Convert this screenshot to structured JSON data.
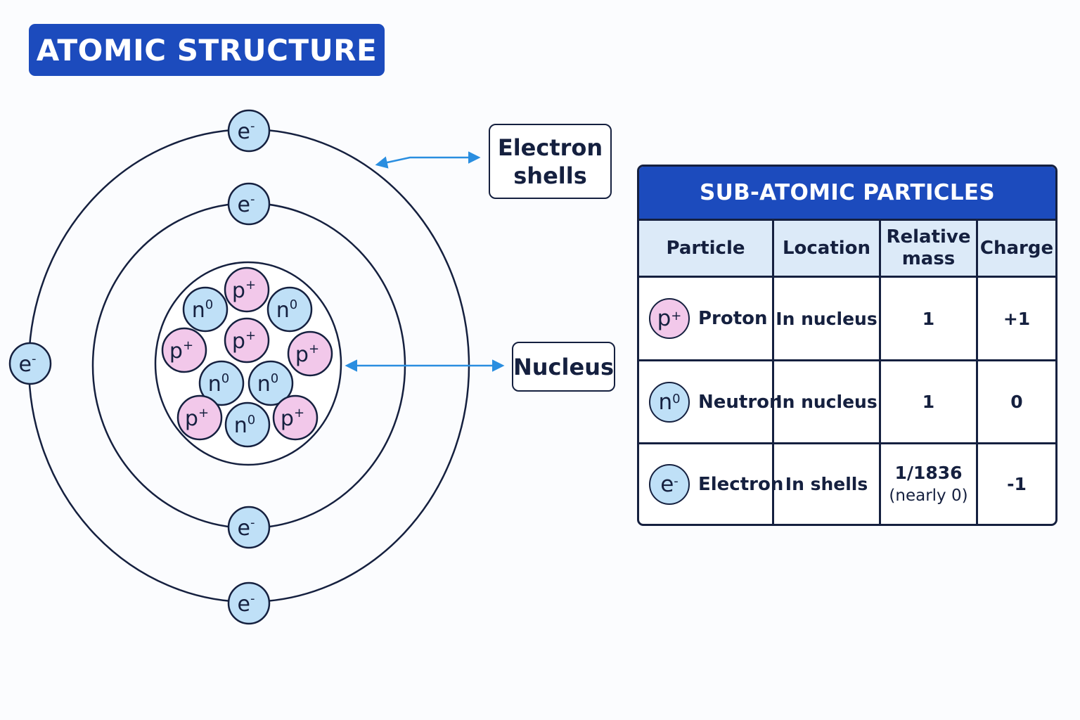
{
  "title": "ATOMIC STRUCTURE",
  "labels": {
    "electron_shells_line1": "Electron",
    "electron_shells_line2": "shells",
    "nucleus": "Nucleus"
  },
  "symbols": {
    "proton": "p",
    "proton_sup": "+",
    "neutron": "n",
    "neutron_sup": "0",
    "electron": "e",
    "electron_sup": "-"
  },
  "atom": {
    "shells": [
      {
        "shell": 1,
        "electrons": 2
      },
      {
        "shell": 2,
        "electrons": 3
      }
    ],
    "nucleus": {
      "protons": 6,
      "neutrons": 5
    }
  },
  "table": {
    "title": "SUB-ATOMIC PARTICLES",
    "headers": {
      "particle": "Particle",
      "location": "Location",
      "mass_line1": "Relative",
      "mass_line2": "mass",
      "charge": "Charge"
    },
    "rows": [
      {
        "name": "Proton",
        "location": "In nucleus",
        "mass": "1",
        "charge": "+1"
      },
      {
        "name": "Neutron",
        "location": "In nucleus",
        "mass": "1",
        "charge": "0"
      },
      {
        "name": "Electron",
        "location": "In shells",
        "mass_line1": "1/1836",
        "mass_line2": "(nearly 0)",
        "charge": "-1"
      }
    ]
  },
  "colors": {
    "title_blue": "#1c4bbd",
    "outline": "#15203f",
    "proton_fill": "#f2c8ea",
    "neutron_fill": "#bfe0f7",
    "electron_fill": "#bfe0f7",
    "arrow_blue": "#2a8ee0",
    "table_header_bg": "#dceaf8"
  }
}
